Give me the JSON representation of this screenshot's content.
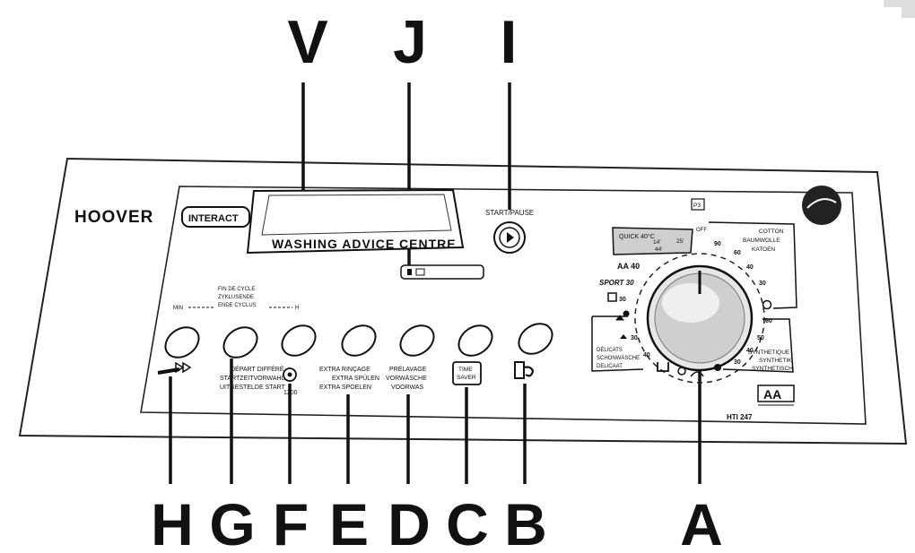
{
  "callouts": {
    "V": "V",
    "J": "J",
    "I": "I",
    "H": "H",
    "G": "G",
    "F": "F",
    "E": "E",
    "D": "D",
    "C": "C",
    "B": "B",
    "A": "A"
  },
  "brand": "HOOVER",
  "interact_logo": "INTERACT",
  "display_caption": "WASHING ADVICE CENTRE",
  "start_pause": "START/PAUSE",
  "end_cycle": [
    "FIN DE CYCLE",
    "ZYKLUSENDE",
    "ENDE CYCLUS"
  ],
  "timeline": {
    "min": "MIN",
    "max": "H"
  },
  "buttons": {
    "G_lines": [
      "DÉPART DIFFÉRÉ",
      "STARTZEITVORWAHL",
      "UITGESTELDE START"
    ],
    "F_label": "1200",
    "E_lines": [
      "EXTRA RINÇAGE",
      "EXTRA SPÜLEN",
      "EXTRA SPOELEN"
    ],
    "D_lines": [
      "PRÉLAVAGE",
      "VORWÄSCHE",
      "VOORWAS"
    ],
    "C_lines": [
      "TIME",
      "SAVER"
    ]
  },
  "dial": {
    "off_box": "P3",
    "off_label": "OFF",
    "quick_box": [
      "QUICK 40°C",
      "14'",
      "44'",
      "25'"
    ],
    "cotton": [
      "COTTON",
      "BAUMWOLLE",
      "KATOEN"
    ],
    "cotton_temps": [
      "90",
      "60",
      "40",
      "30"
    ],
    "synthetics": [
      "SYNTHETIQUE",
      "SYNTHETIK",
      "SYNTHETISCH"
    ],
    "synth_temps": [
      "60",
      "50",
      "40",
      "30"
    ],
    "left_labels": [
      "AA 40",
      "SPORT 30",
      "30"
    ],
    "delicates": [
      "DÉLICATS",
      "SCHONWÄSCHE",
      "DELICAAT"
    ],
    "delicate_temps": [
      "30",
      "40"
    ]
  },
  "energy_label": "AA",
  "model": "HTI 247"
}
